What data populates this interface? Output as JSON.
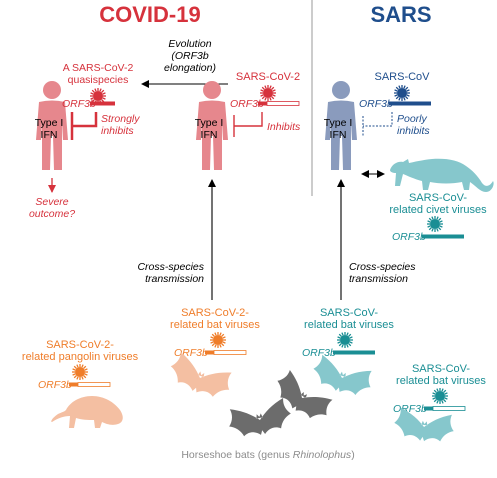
{
  "headers": {
    "covid": "COVID-19",
    "sars": "SARS"
  },
  "evolution": {
    "line1": "Evolution",
    "line2": "(ORF3b",
    "line3": "elongation)"
  },
  "quasispecies": {
    "line1": "A SARS-CoV-2",
    "line2": "quasispecies"
  },
  "sarscov2_label": "SARS-CoV-2",
  "sarscov_label": "SARS-CoV",
  "orf3b": "ORF3b",
  "ifn": {
    "line1": "Type I",
    "line2": "IFN"
  },
  "effects": {
    "strong_1": "Strongly",
    "strong_2": "inhibits",
    "inhibits": "Inhibits",
    "poor_1": "Poorly",
    "poor_2": "inhibits"
  },
  "severe": {
    "line1": "Severe",
    "line2": "outcome?"
  },
  "civet": {
    "line1": "SARS-CoV-",
    "line2": "related civet viruses"
  },
  "transmission": {
    "line1": "Cross-species",
    "line2": "transmission"
  },
  "cov2_bat": {
    "line1": "SARS-CoV-2-",
    "line2": "related bat viruses"
  },
  "cov2_pangolin": {
    "line1": "SARS-CoV-2-",
    "line2": "related pangolin viruses"
  },
  "cov_bat": {
    "line1": "SARS-CoV-",
    "line2": "related bat viruses"
  },
  "footer": {
    "prefix": "Horseshoe bats (genus ",
    "genus": "Rhinolophus",
    "suffix": ")"
  },
  "colors": {
    "covid_red": "#d6323c",
    "human_pink": "#e6878d",
    "sars_blue": "#1f4e8c",
    "human_blue": "#8a9bbd",
    "teal": "#1a8e94",
    "civet": "#86c7cc",
    "orange": "#ef7d2a",
    "peach": "#f4bfa2",
    "grey_bat": "#6c6c6c"
  }
}
